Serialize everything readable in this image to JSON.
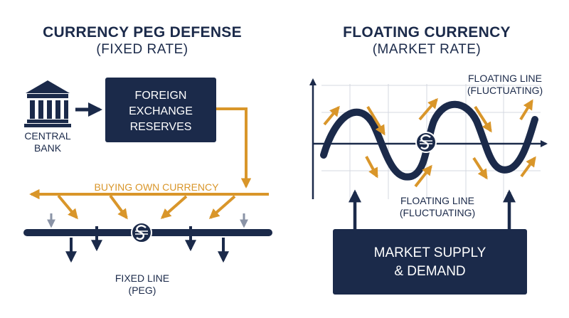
{
  "left_panel": {
    "title": "CURRENCY PEG DEFENSE",
    "subtitle": "(FIXED RATE)",
    "bank_label_line1": "CENTRAL",
    "bank_label_line2": "BANK",
    "reserves_line1": "FOREIGN",
    "reserves_line2": "EXCHANGE",
    "reserves_line3": "RESERVES",
    "buying_label": "BUYING OWN CURRENCY",
    "fixed_line_label_line1": "FIXED LINE",
    "fixed_line_label_line2": "(PEG)",
    "icons": [
      "bank-icon",
      "currency-symbol-icon"
    ]
  },
  "right_panel": {
    "title": "FLOATING CURRENCY",
    "subtitle": "(MARKET RATE)",
    "floating_top_line1": "FLOATING LINE",
    "floating_top_line2": "(FLUCTUATING)",
    "floating_mid_line1": "FLOATING LINE",
    "floating_mid_line2": "(FLUCTUATING)",
    "market_line1": "MARKET SUPPLY",
    "market_line2": "& DEMAND",
    "icons": [
      "currency-symbol-icon"
    ]
  },
  "colors": {
    "navy": "#1b2a4a",
    "gold": "#d9962a",
    "grid": "#d4d8e0",
    "white": "#ffffff"
  }
}
